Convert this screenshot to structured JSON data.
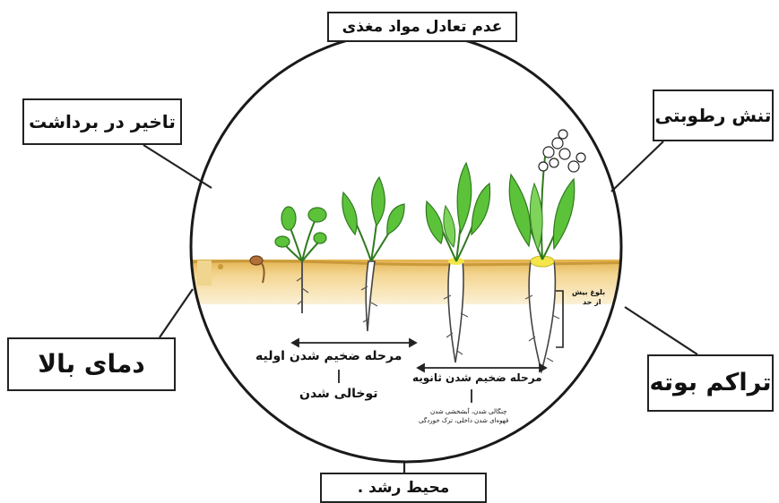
{
  "factors": {
    "top": "عدم تعادل مواد مغذی",
    "top_left": "تاخیر در برداشت",
    "top_right": "تنش رطوبتی",
    "bottom_left": "دمای بالا",
    "bottom_right": "تراکم بوته",
    "bottom": "محیط رشد ."
  },
  "stages": {
    "primary_thickening": "مرحله ضخیم شدن اولیه",
    "hollowness": "توخالی شدن",
    "secondary_thickening": "مرحله ضخیم شدن ثانویه",
    "defects_line1": "چنگالی شدن، آبشخشی شدن",
    "defects_line2": "قهوه‌ای شدن داخلی، ترک خوردگی",
    "over_mature_line1": "بلوغ بیش",
    "over_mature_line2": "از حد"
  },
  "colors": {
    "leaf": "#5cc23a",
    "leaf_dark": "#2f7a1e",
    "soil": "#efc66a",
    "soil_edge": "#c99a3a",
    "root": "#ffffff",
    "crown": "#f4e64a"
  }
}
